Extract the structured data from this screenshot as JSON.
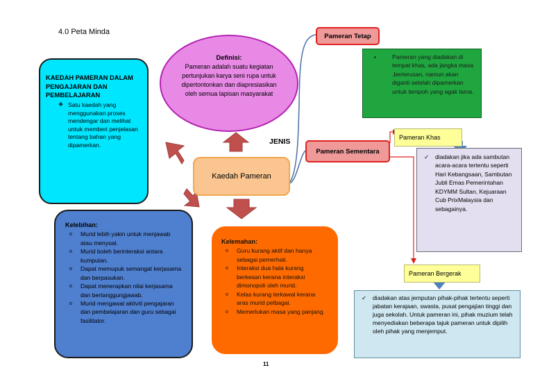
{
  "section_title": "4.0 Peta Minda",
  "kaedah_box": {
    "title": "KAEDAH PAMERAN DALAM PENGAJARAN DAN PEMBELAJARAN",
    "bullet_symbol": "❖",
    "text": "Satu kaedah yang menggunakan proses mendengar dan melihat untuk memberi penjelasan tentang bahan yang dipamerkan."
  },
  "definisi": {
    "title": "Definisi:",
    "text": "Pameran adalah suatu kegiatan pertunjukan karya seni rupa untuk dipertontonkan dan diapresiasikan oleh semua lapisan masyarakat"
  },
  "center_label": "Kaedah Pameran",
  "jenis_label": "JENIS",
  "pameran_tetap": {
    "label": "Pameran Tetap",
    "bullet_symbol": "▪",
    "description": "Pameran yang diadakan di tempat khas, ada jangka masa ,berterusan, namun akan diganti setelah dipamerkan untuk tempoh yang agak lama."
  },
  "pameran_sementara": {
    "label": "Pameran Sementara"
  },
  "pameran_khas": {
    "label": "Pameran Khas",
    "check_symbol": "✓",
    "description": "diadakan jika ada sambutan acara-acara tertentu seperti Hari Kebangsaan, Sambutan Jubli Emas Pemerintahan KDYMM Sultan, Kejuaraan Cub PrixMalaysia dan sebagainya."
  },
  "pameran_bergerak": {
    "label": "Pameran Bergerak",
    "check_symbol": "✓",
    "description": "diadakan atas jemputan pihak-pihak tertentu seperti jabatan kerajaan, swasta, pusat pengajian tinggi dan juga sekolah. Untuk pameran ini, pihak muzium telah menyediakan beberapa tajuk pameran untuk dipilih oleh pihak yang menjemput."
  },
  "kelebihan": {
    "title": "Kelebihan:",
    "bullet_symbol": "o",
    "items": [
      "Murid lebih yakin untuk menjawab atau menyoal.",
      "Murid boleh berinteraksi antara kumpulan.",
      "Dapat memupuk semangat kerjasama dan berpasukan.",
      "Dapat menerapkan nilai kerjasama dan bertanggungjawab.",
      "Murid mengawal aktiviti pengajaran dan pembelajaran dan guru sebagai fasilitator."
    ]
  },
  "kelemahan": {
    "title": "Kelemahan:",
    "bullet_symbol": "o",
    "items": [
      "Guru kurang aktif dan hanya sebagai pemerhati.",
      " Interaksi dua hala kurang berkesan kerana interaksi dimonopoli oleh murid.",
      "  Kelas kurang terkawal kerana aras murid pelbagai.",
      "Memerlukan masa yang panjang."
    ]
  },
  "page_number": "11",
  "colors": {
    "arrow_fill": "#c0504d",
    "connector_blue": "#4a6fa5",
    "connector_red": "#e02020",
    "down_arrow_blue": "#4f81bd"
  }
}
